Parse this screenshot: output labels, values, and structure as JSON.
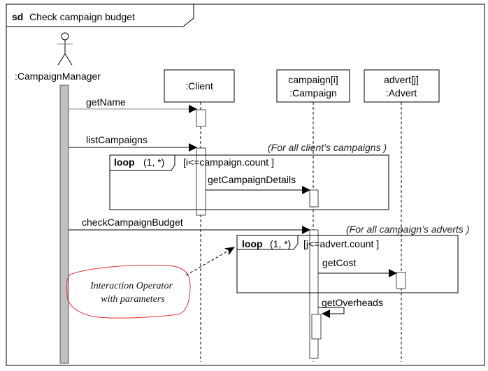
{
  "frame": {
    "keyword": "sd",
    "title": "Check campaign budget"
  },
  "lifelines": {
    "actor": {
      "label": ":CampaignManager"
    },
    "client": {
      "label": ":Client"
    },
    "campaign": {
      "line1": "campaign[i]",
      "line2": ":Campaign"
    },
    "advert": {
      "line1": "advert[j]",
      "line2": ":Advert"
    }
  },
  "messages": {
    "getName": "getName",
    "listCampaigns": "listCampaigns",
    "getCampaignDetails": "getCampaignDetails",
    "checkCampaignBudget": "checkCampaignBudget",
    "getCost": "getCost",
    "getOverheads": "getOverheads"
  },
  "fragments": {
    "loop1": {
      "operator": "loop",
      "params": "(1, *)",
      "guard": "[i<=campaign.count ]",
      "note": "(For all client’s campaigns )"
    },
    "loop2": {
      "operator": "loop",
      "params": "(1, *)",
      "guard": "[j<=advert.count ]",
      "note": "(For all campaign’s adverts )"
    }
  },
  "annotation": {
    "line1": "Interaction Operator",
    "line2": "with parameters",
    "outline_color": "#e03030"
  }
}
